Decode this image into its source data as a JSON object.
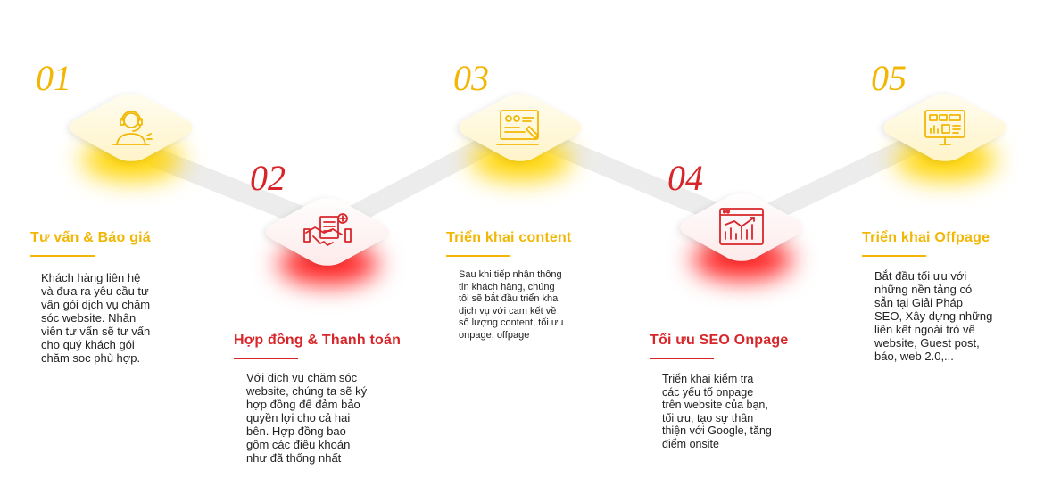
{
  "colors": {
    "yellow": "#f2b705",
    "red": "#d7262a",
    "connector": "#ececec"
  },
  "steps": [
    {
      "number": "01",
      "title": "Tư vấn & Báo giá",
      "icon": "consultant-headset-icon",
      "lines": [
        "Khách hàng liên hệ",
        "và đưa ra yêu cầu tư",
        "vấn gói dịch vụ chăm",
        "sóc website. Nhân",
        "viên tư vấn sẽ tư vấn",
        "cho quý khách gói",
        "chăm soc phù hợp."
      ]
    },
    {
      "number": "02",
      "title": "Hợp đồng & Thanh toán",
      "icon": "handshake-contract-icon",
      "lines": [
        "Với dịch vụ chăm sóc",
        "website, chúng ta sẽ ký",
        "hợp đồng để đảm bảo",
        "quyền lợi cho cả hai",
        "bên. Hợp đồng bao",
        "gồm các điều khoản",
        "như đã thống nhất"
      ]
    },
    {
      "number": "03",
      "title": "Triển khai content",
      "icon": "content-writing-icon",
      "lines": [
        "Sau khi tiếp nhận thông",
        "tin khách hàng, chúng",
        "tôi sẽ bắt đầu triển khai",
        "dịch vụ với cam kết về",
        "số lượng content, tối ưu",
        "onpage, offpage"
      ]
    },
    {
      "number": "04",
      "title": "Tối ưu SEO Onpage",
      "icon": "analytics-chart-icon",
      "lines": [
        "Triển khai kiểm tra",
        "các yếu tố onpage",
        "trên website của bạn,",
        "tối ưu, tạo sự thân",
        "thiện với Google, tăng",
        "điểm onsite"
      ]
    },
    {
      "number": "05",
      "title": "Triển khai Offpage",
      "icon": "dashboard-monitor-icon",
      "lines": [
        "Bắt đầu tối ưu với",
        "những nền tảng có",
        "sẵn tại Giải Pháp",
        "SEO, Xây dựng những",
        "liên kết ngoài trỏ về",
        "website, Guest post,",
        "báo, web 2.0,..."
      ]
    }
  ]
}
